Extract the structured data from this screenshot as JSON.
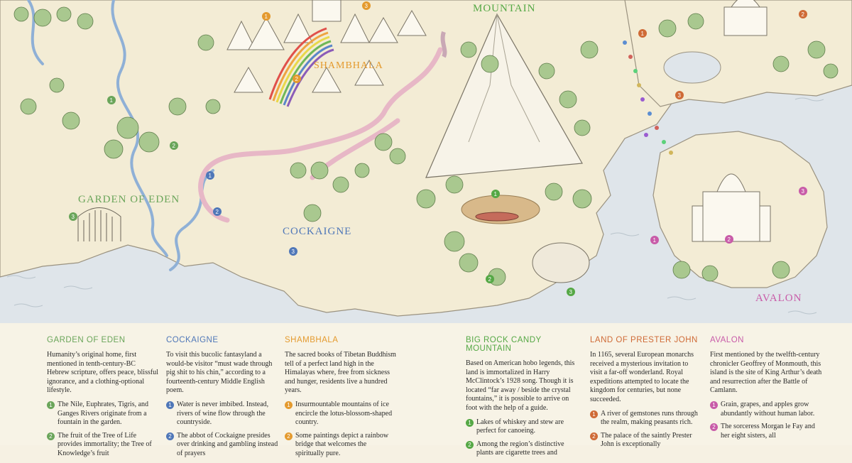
{
  "colors": {
    "eden": "#6aa55a",
    "cockaigne": "#4f77b8",
    "shambhala": "#e49a2e",
    "candy": "#55a845",
    "prester": "#cf6a36",
    "avalon": "#c85ba8",
    "sea": "#dfe5ea",
    "land": "#f3ecd5"
  },
  "map": {
    "labels": {
      "eden": "GARDEN OF EDEN",
      "cockaigne": "COCKAIGNE",
      "shambhala": "SHAMBHALA",
      "mountain": "MOUNTAIN",
      "avalon": "AVALON"
    },
    "badges": {
      "eden": [
        "1",
        "2",
        "3"
      ],
      "cockaigne": [
        "1",
        "2",
        "3"
      ],
      "shambhala": [
        "1",
        "2",
        "3"
      ],
      "candy": [
        "1",
        "2",
        "3"
      ],
      "prester": [
        "1",
        "2",
        "3"
      ],
      "avalon": [
        "1",
        "2",
        "3"
      ]
    }
  },
  "legend": {
    "eden": {
      "title": "GARDEN OF EDEN",
      "intro": "Humanity’s original home, first mentioned in tenth-century-BC Hebrew scripture, offers peace, blissful ignorance, and a clothing-optional lifestyle.",
      "notes": [
        {
          "n": "1",
          "text": "The Nile, Euphrates, Tigris, and Ganges Rivers originate from a fountain in the garden."
        },
        {
          "n": "2",
          "text": "The fruit of the Tree of Life provides immortality; the Tree of Knowledge’s fruit"
        }
      ]
    },
    "cockaigne": {
      "title": "COCKAIGNE",
      "intro": "To visit this bucolic fantasyland a would-be visitor “must wade through pig shit to his chin,” according to a fourteenth-century Middle English poem.",
      "notes": [
        {
          "n": "1",
          "text": "Water is never imbibed. Instead, rivers of wine flow through the countryside."
        },
        {
          "n": "2",
          "text": "The abbot of Cockaigne presides over drinking and gambling instead of prayers"
        }
      ]
    },
    "shambhala": {
      "title": "SHAMBHALA",
      "intro": "The sacred books of Tibetan Buddhism tell of a perfect land high in the Himalayas where, free from sickness and hunger, residents live a hundred years.",
      "notes": [
        {
          "n": "1",
          "text": "Insurmountable mountains of ice encircle the lotus-blossom-shaped country."
        },
        {
          "n": "2",
          "text": "Some paintings depict a rainbow bridge that welcomes the spiritually pure."
        }
      ]
    },
    "candy": {
      "title": "BIG ROCK CANDY MOUNTAIN",
      "intro": "Based on American hobo legends, this land is immortalized in Harry McClintock’s 1928 song. Though it is located “far away / beside the crystal fountains,” it is possible to arrive on foot with the help of a guide.",
      "notes": [
        {
          "n": "1",
          "text": "Lakes of whiskey and stew are perfect for canoeing."
        },
        {
          "n": "2",
          "text": "Among the region’s distinctive plants are cigarette trees and"
        }
      ]
    },
    "prester": {
      "title": "LAND OF PRESTER JOHN",
      "intro": "In 1165, several European monarchs received a mysterious invitation to visit a far-off wonderland. Royal expeditions attempted to locate the kingdom for centuries, but none succeeded.",
      "notes": [
        {
          "n": "1",
          "text": "A river of gemstones runs through the realm, making peasants rich."
        },
        {
          "n": "2",
          "text": "The palace of the saintly Prester John is exceptionally"
        }
      ]
    },
    "avalon": {
      "title": "AVALON",
      "intro": "First mentioned by the twelfth-century chronicler Geoffrey of Monmouth, this island is the site of King Arthur’s death and resurrection after the Battle of Camlann.",
      "notes": [
        {
          "n": "1",
          "text": "Grain, grapes, and apples grow abundantly without human labor."
        },
        {
          "n": "2",
          "text": "The sorceress Morgan le Fay and her eight sisters, all"
        }
      ]
    }
  }
}
